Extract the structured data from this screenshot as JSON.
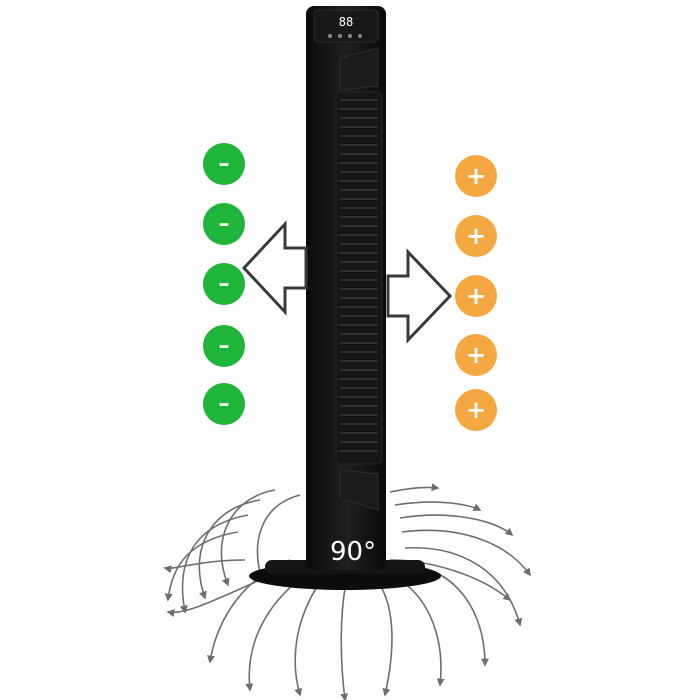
{
  "fan": {
    "display_reading": "88",
    "oscillation_angle": "90°",
    "body_color": "#111111",
    "panel_color": "#1c1c1c"
  },
  "indicators": {
    "minus_symbol": "–",
    "plus_symbol": "+",
    "minus_color": "#1eb53a",
    "plus_color": "#f5a742",
    "count_each_side": 5
  },
  "icons": {
    "left_arrow": "outline-arrow-left-icon",
    "right_arrow": "outline-arrow-right-icon",
    "airflow": "curved-airflow-arrows-icon"
  }
}
